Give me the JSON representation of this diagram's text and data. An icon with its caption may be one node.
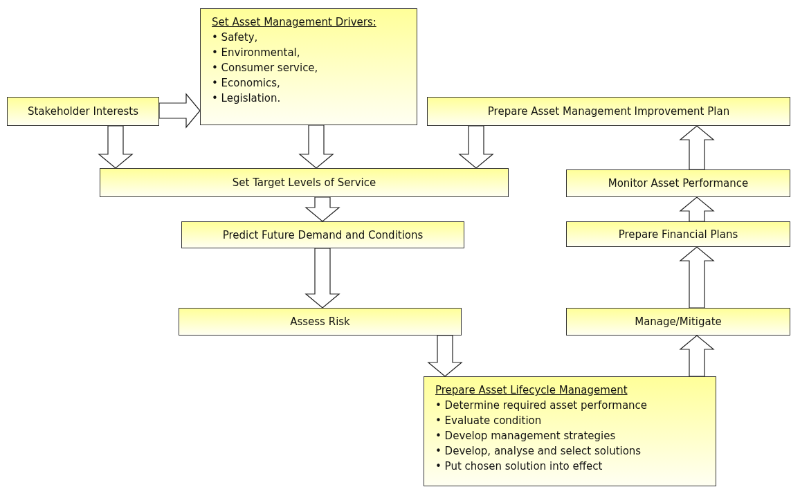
{
  "diagram": {
    "nodes": [
      {
        "text": [
          "Stakeholder  Interests"
        ]
      },
      {
        "text": [
          "Set Asset Management Drivers:",
          "• Safety,",
          "• Environmental,",
          "• Consumer service,",
          "• Economics,",
          "• Legislation."
        ]
      },
      {
        "text": [
          "Prepare Asset Management Improvement Plan"
        ]
      },
      {
        "text": [
          "Set Target Levels of Service"
        ]
      },
      {
        "text": [
          "Predict Future Demand and Conditions"
        ]
      },
      {
        "text": [
          "Monitor Asset Performance"
        ]
      },
      {
        "text": [
          "Prepare Financial Plans"
        ]
      },
      {
        "text": [
          "Assess Risk"
        ]
      },
      {
        "text": [
          "Manage/Mitigate"
        ]
      },
      {
        "text": [
          "Prepare Asset Lifecycle Management",
          "• Determine required asset performance",
          "• Evaluate condition",
          "• Develop management strategies",
          "• Develop, analyse and select solutions",
          "• Put chosen solution into effect"
        ]
      }
    ],
    "edges": [
      {
        "from": 0,
        "to": 1,
        "arrow": "to"
      },
      {
        "from": 0,
        "to": 3,
        "arrow": "to"
      },
      {
        "from": 1,
        "to": 3,
        "arrow": "to"
      },
      {
        "from": 2,
        "to": 3,
        "arrow": "to"
      },
      {
        "from": 3,
        "to": 4,
        "arrow": "to"
      },
      {
        "from": 4,
        "to": 7,
        "arrow": "to"
      },
      {
        "from": 7,
        "to": 9,
        "arrow": "to"
      },
      {
        "from": 9,
        "to": 8,
        "arrow": "to"
      },
      {
        "from": 8,
        "to": 6,
        "arrow": "to"
      },
      {
        "from": 6,
        "to": 5,
        "arrow": "to"
      },
      {
        "from": 5,
        "to": 2,
        "arrow": "to"
      }
    ]
  }
}
